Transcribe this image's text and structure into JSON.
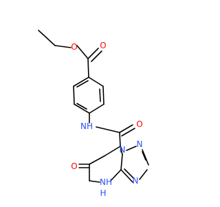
{
  "colors": {
    "bond": "#000000",
    "oxygen": "#ff0000",
    "nitrogen": "#3050f8"
  },
  "atoms": {
    "ester_o_carbonyl": "O",
    "ester_o_ether": "O",
    "amide_nh": "NH",
    "amide_o": "O",
    "ring_o": "O",
    "ring_nh": "NH",
    "ring_h": "H",
    "n1": "N",
    "n2": "N",
    "n3": "N"
  }
}
